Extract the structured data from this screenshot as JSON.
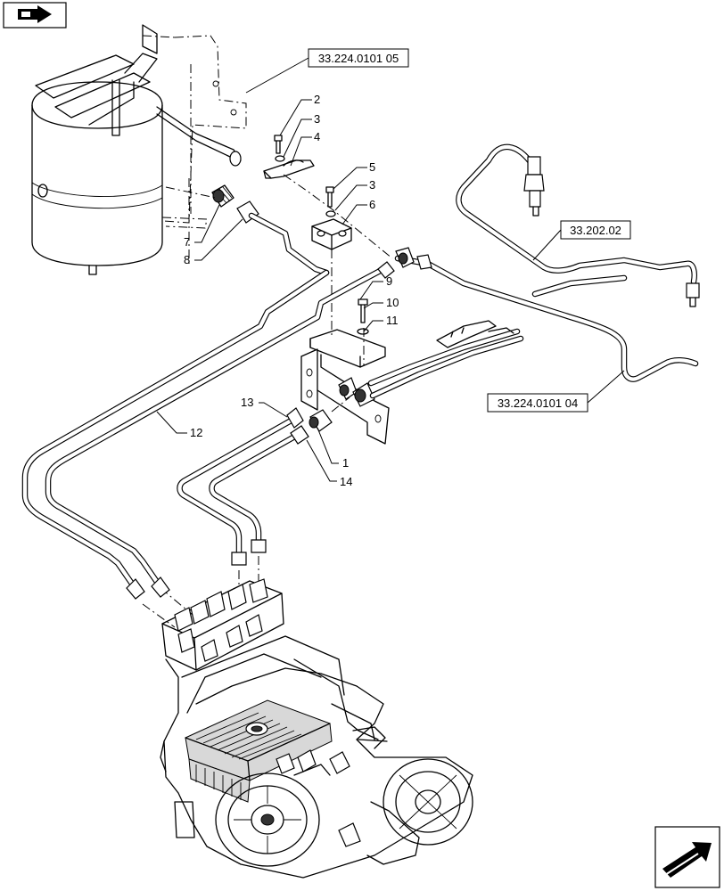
{
  "labels": {
    "p1": "1",
    "p2": "2",
    "p3a": "3",
    "p3b": "3",
    "p4": "4",
    "p5": "5",
    "p6": "6",
    "p7": "7",
    "p8": "8",
    "p9": "9",
    "p10": "10",
    "p11": "11",
    "p12": "12",
    "p13": "13",
    "p14": "14"
  },
  "references": {
    "ref_top": "33.224.0101 05",
    "ref_right": "33.202.02",
    "ref_bottom": "33.224.0101 04"
  },
  "icons": {
    "top_left": "exploded-view-arrow-icon",
    "bottom_right": "orientation-arrow-icon"
  }
}
